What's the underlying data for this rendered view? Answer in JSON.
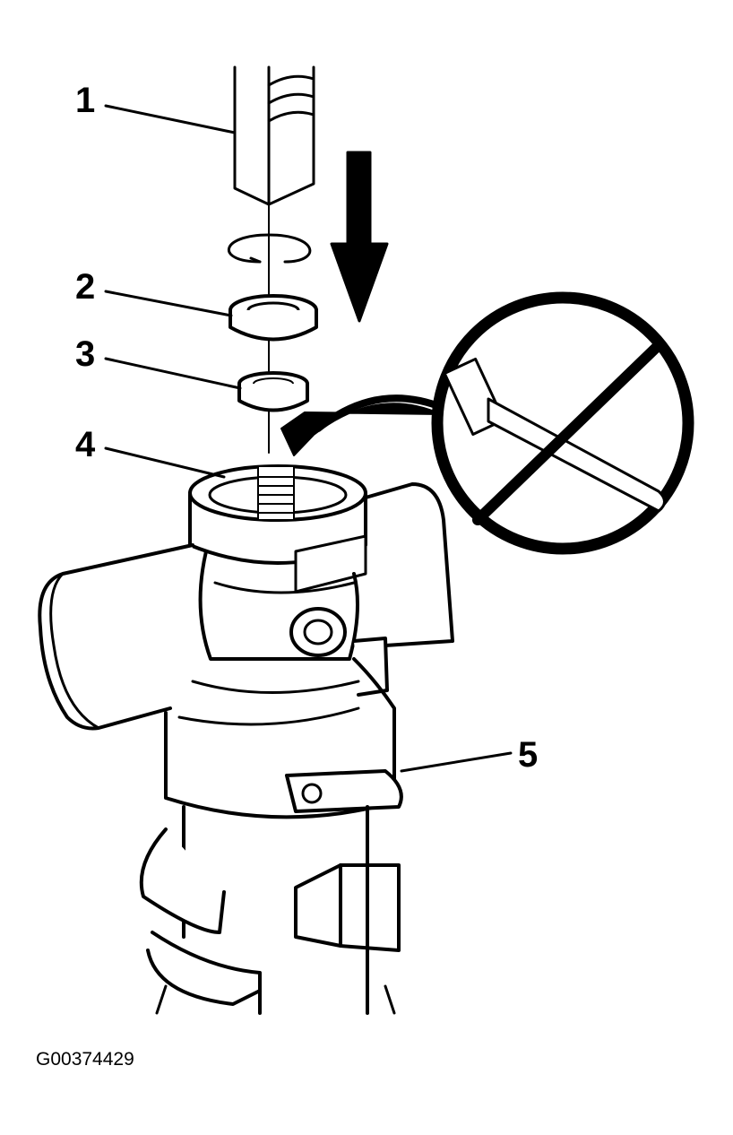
{
  "callouts": {
    "c1": "1",
    "c2": "2",
    "c3": "3",
    "c4": "4",
    "c5": "5"
  },
  "figure_id": "G00374429",
  "icons": {
    "prohibition": "no-hammer-icon",
    "direction": "down-arrow-icon"
  },
  "colors": {
    "ink": "#000000",
    "paper": "#ffffff"
  }
}
